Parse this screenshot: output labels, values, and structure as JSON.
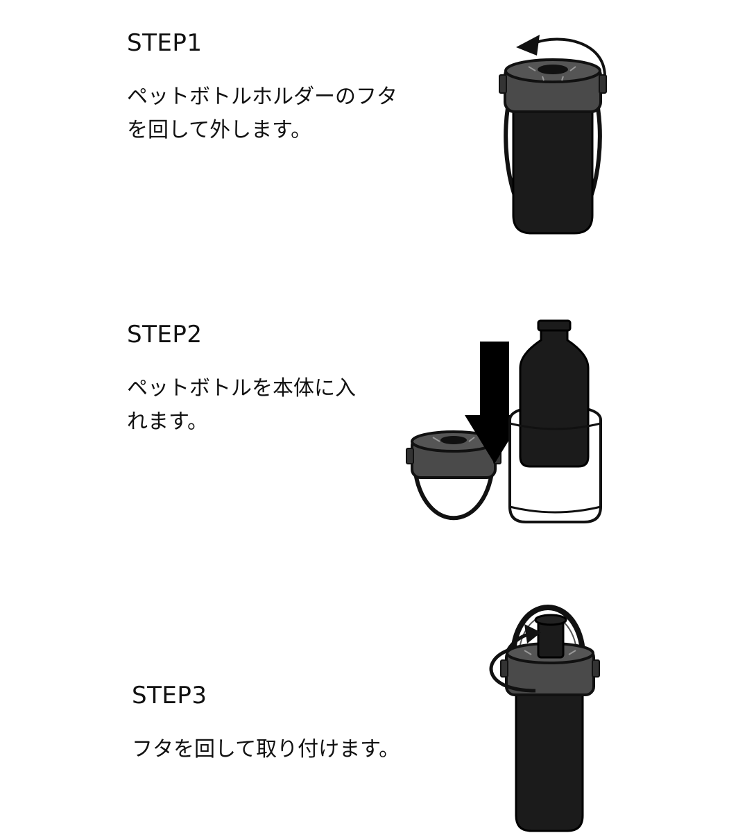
{
  "steps": [
    {
      "title": "STEP1",
      "description_lines": [
        "ペットボトルホルダーのフタ",
        "を回して外します。"
      ]
    },
    {
      "title": "STEP2",
      "description_lines": [
        "ペットボトルを本体に入",
        "れます。"
      ]
    },
    {
      "title": "STEP3",
      "description_lines": [
        "フタを回して取り付けます。"
      ]
    }
  ],
  "icons": {
    "step1": [
      "holder-with-lid-icon",
      "rotate-arrow-icon"
    ],
    "step2": [
      "detached-lid-icon",
      "down-arrow-icon",
      "pet-bottle-icon",
      "holder-sleeve-icon"
    ],
    "step3": [
      "assembled-holder-icon",
      "rotate-arrow-icon"
    ]
  },
  "colors": {
    "ink": "#111111",
    "body": "#1b1b1b",
    "lid": "#4a4a4a",
    "background": "#ffffff"
  }
}
